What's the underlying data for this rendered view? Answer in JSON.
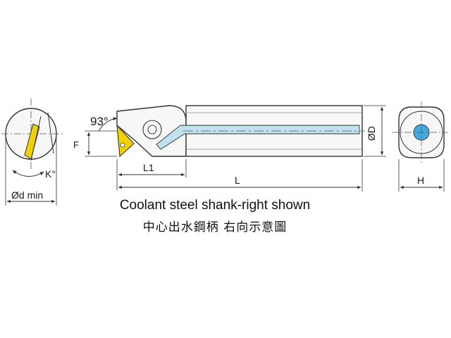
{
  "labels": {
    "angle_93": "93°",
    "angle_k": "K°",
    "dim_f": "F",
    "dim_l1": "L1",
    "dim_l": "L",
    "dim_od": "ØD",
    "dim_h": "H",
    "dim_od_min": "Ød min"
  },
  "caption": {
    "english": "Coolant steel shank-right shown",
    "chinese": "中心出水鋼柄  右向示意圖"
  },
  "colors": {
    "insert": "#f2d100",
    "coolant": "#bfe2ee",
    "coolant_hole": "#3fa9e0",
    "line": "#333333",
    "shank_fill": "#f7f7f7"
  }
}
